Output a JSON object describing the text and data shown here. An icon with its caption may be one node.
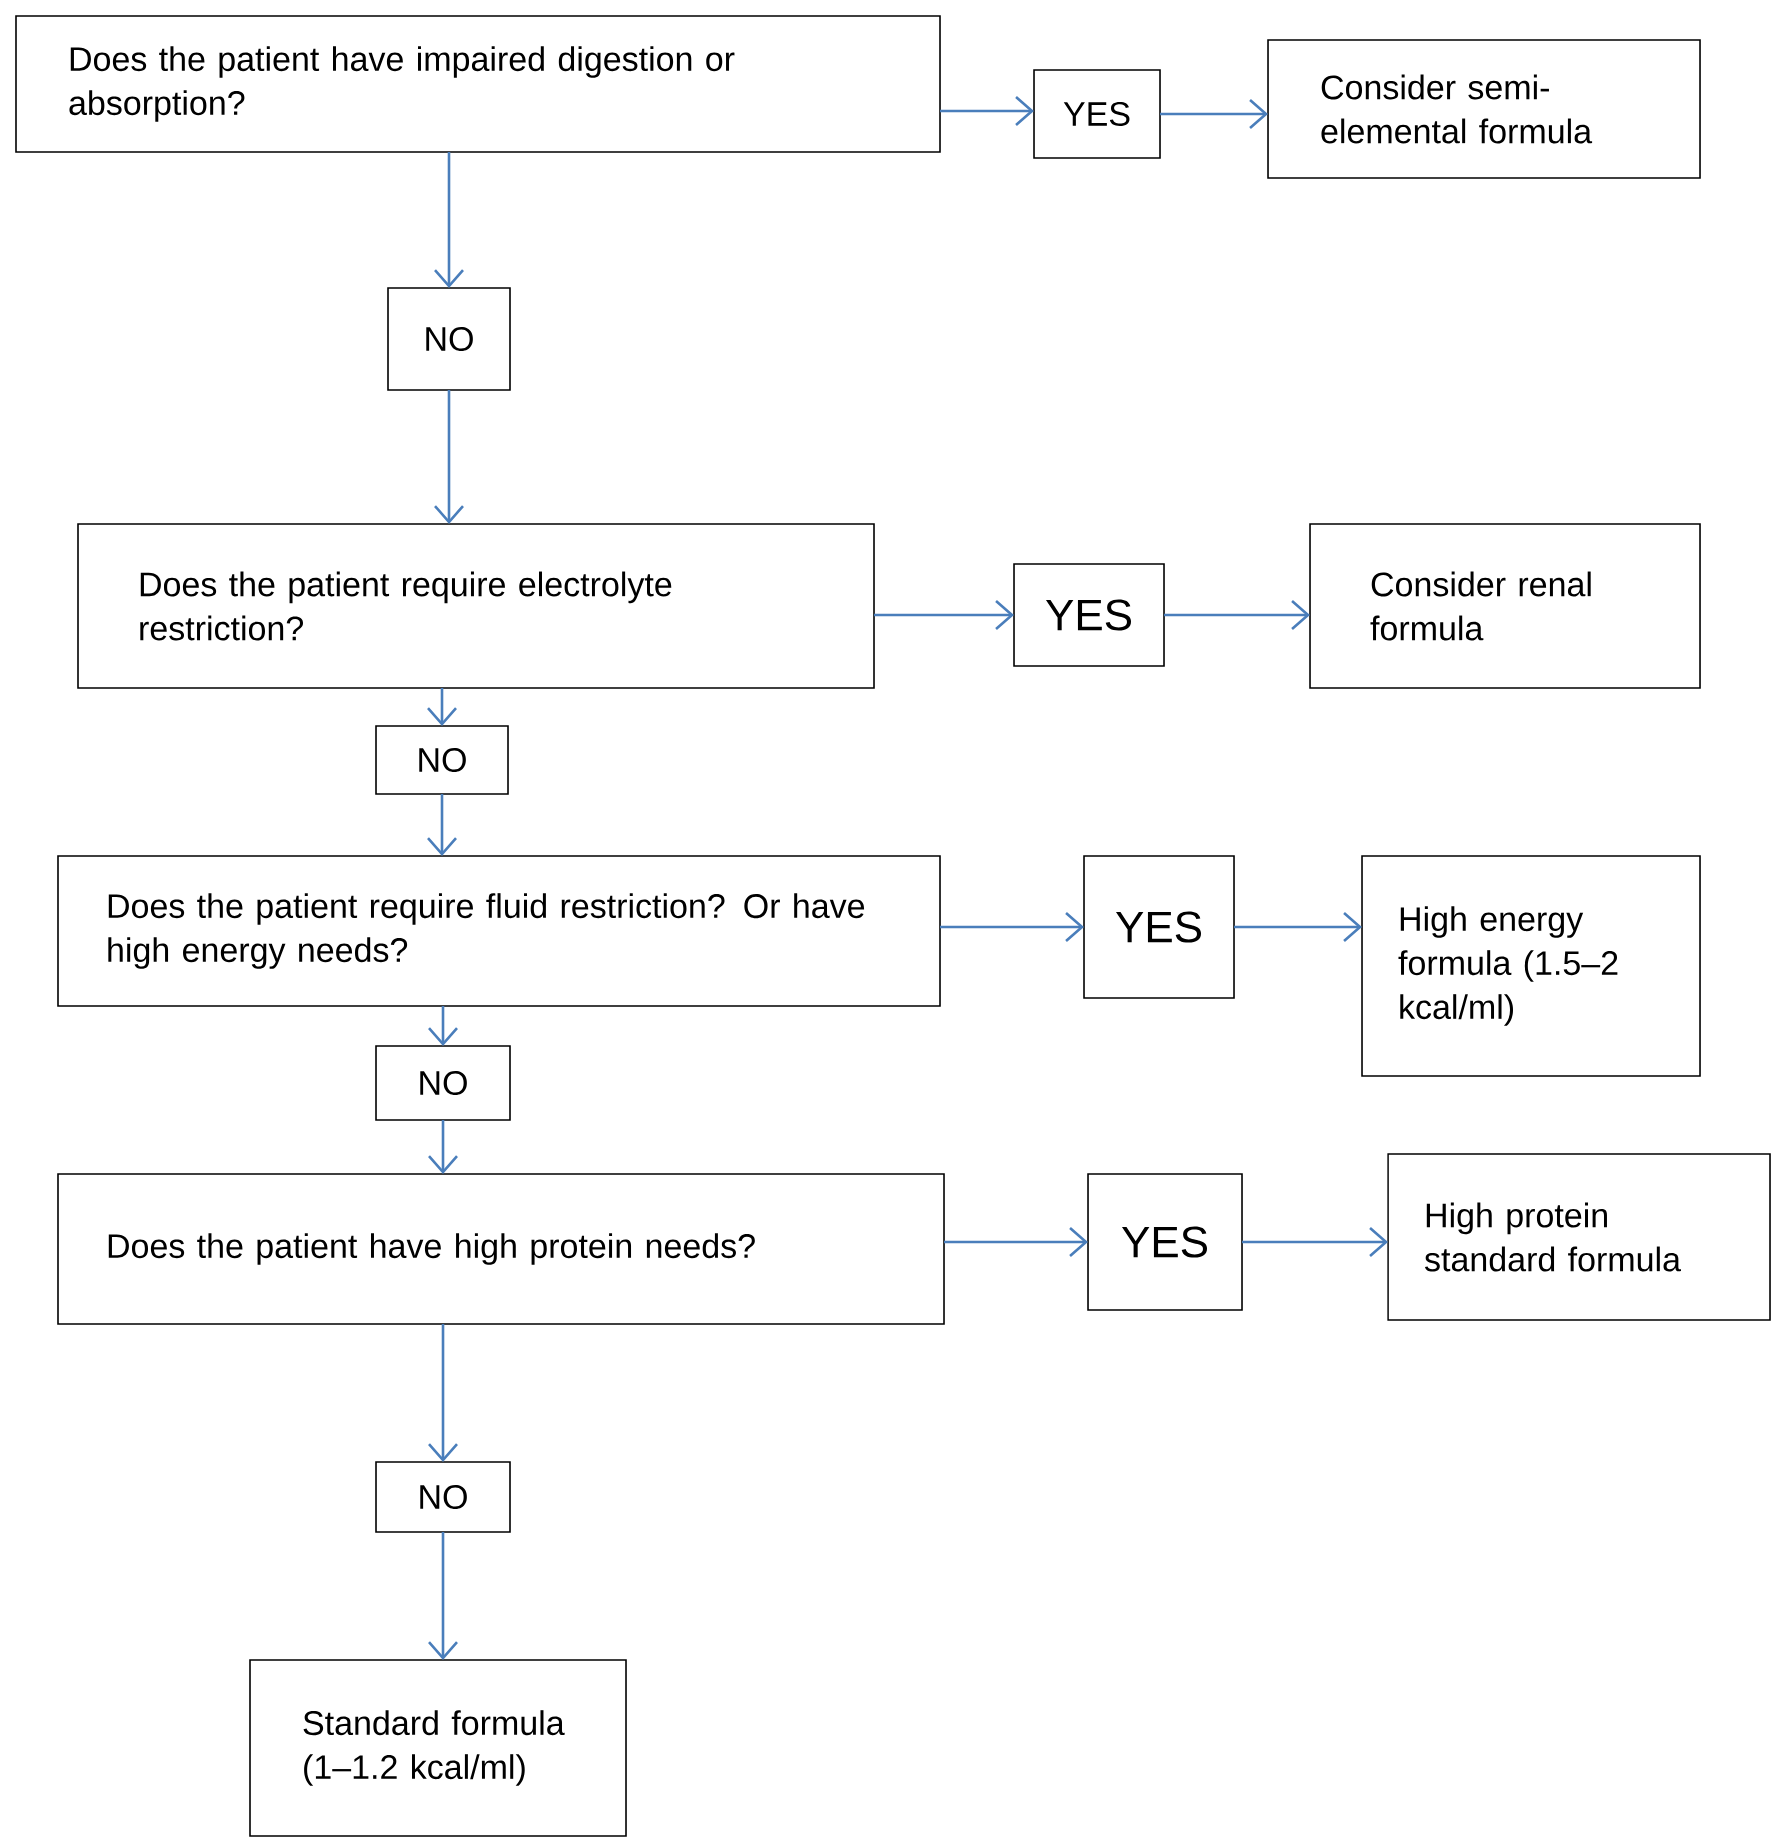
{
  "diagram": {
    "nodes": [
      {
        "text": [
          "Does the patient have impaired digestion or absorption?"
        ]
      },
      {
        "text": [
          "YES"
        ]
      },
      {
        "text": [
          "Consider semi-elemental formula"
        ]
      },
      {
        "text": [
          "NO"
        ]
      },
      {
        "text": [
          "Does the patient require electrolyte restriction?"
        ]
      },
      {
        "text": [
          "YES"
        ]
      },
      {
        "text": [
          "Consider renal formula"
        ]
      },
      {
        "text": [
          "NO"
        ]
      },
      {
        "text": [
          "Does the patient require fluid restriction? Or have high energy needs?"
        ]
      },
      {
        "text": [
          "YES"
        ]
      },
      {
        "text": [
          "High energy formula (1.5–2 kcal/ml)"
        ]
      },
      {
        "text": [
          "NO"
        ]
      },
      {
        "text": [
          "Does the patient have high protein needs?"
        ]
      },
      {
        "text": [
          "YES"
        ]
      },
      {
        "text": [
          "High protein standard formula"
        ]
      },
      {
        "text": [
          "NO"
        ]
      },
      {
        "text": [
          "Standard formula (1–1.2 kcal/ml)"
        ]
      }
    ],
    "edges": [
      {
        "from": 0,
        "to": 1,
        "arrow": "to"
      },
      {
        "from": 1,
        "to": 2,
        "arrow": "to"
      },
      {
        "from": 0,
        "to": 3,
        "arrow": "to"
      },
      {
        "from": 3,
        "to": 4,
        "arrow": "to"
      },
      {
        "from": 4,
        "to": 5,
        "arrow": "to"
      },
      {
        "from": 5,
        "to": 6,
        "arrow": "to"
      },
      {
        "from": 4,
        "to": 7,
        "arrow": "to"
      },
      {
        "from": 7,
        "to": 8,
        "arrow": "to"
      },
      {
        "from": 8,
        "to": 9,
        "arrow": "to"
      },
      {
        "from": 9,
        "to": 10,
        "arrow": "to"
      },
      {
        "from": 8,
        "to": 11,
        "arrow": "to"
      },
      {
        "from": 11,
        "to": 12,
        "arrow": "to"
      },
      {
        "from": 12,
        "to": 13,
        "arrow": "to"
      },
      {
        "from": 13,
        "to": 14,
        "arrow": "to"
      },
      {
        "from": 12,
        "to": 15,
        "arrow": "to"
      },
      {
        "from": 15,
        "to": 16,
        "arrow": "to"
      }
    ]
  }
}
